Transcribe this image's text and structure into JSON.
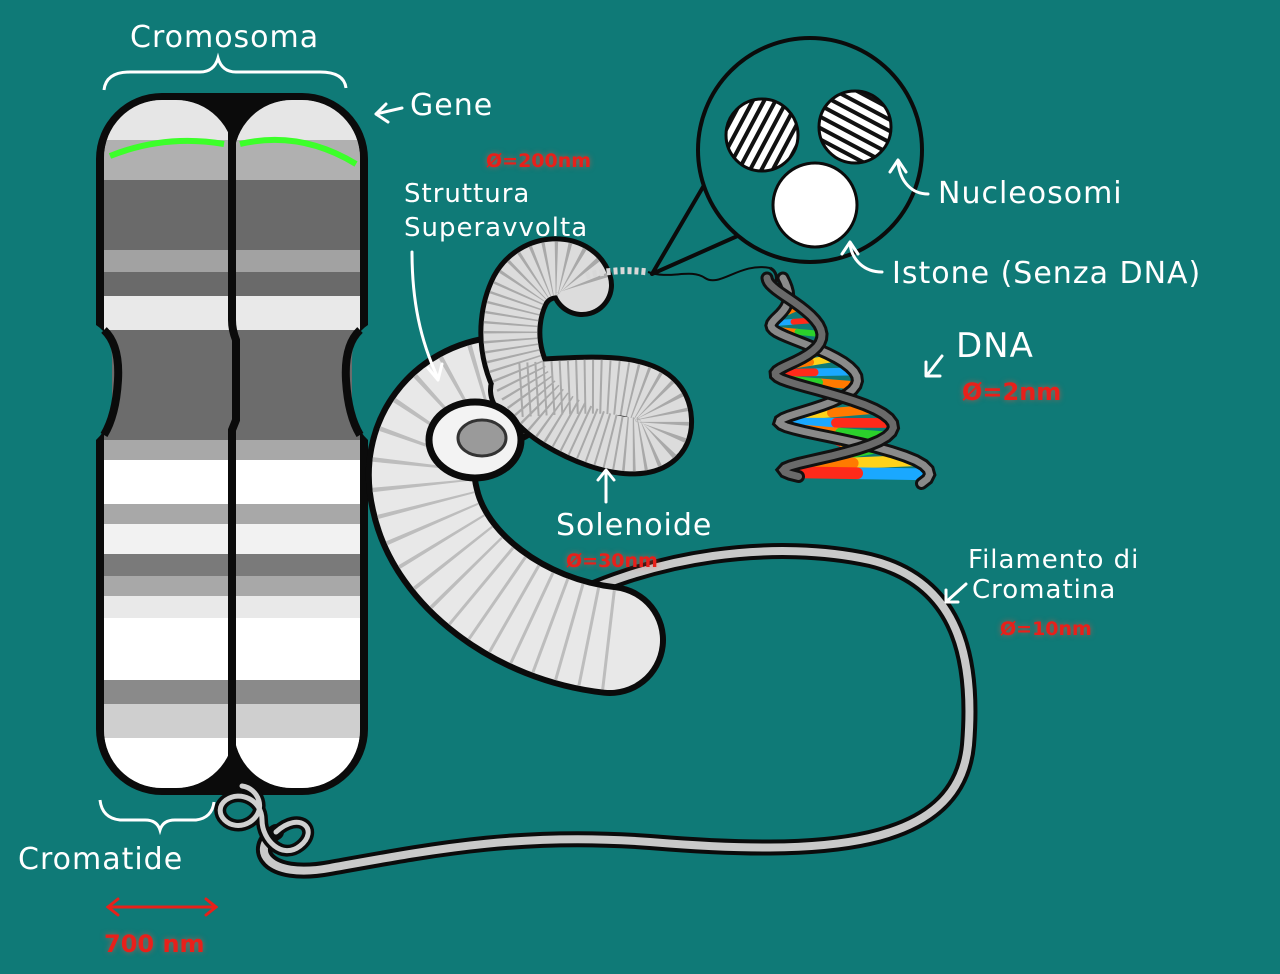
{
  "labels": {
    "cromosoma": "Cromosoma",
    "gene": "Gene",
    "cromatide": "Cromatide",
    "struttura_line1": "Struttura",
    "struttura_line2": "Superavvolta",
    "solenoide": "Solenoide",
    "filamento_line1": "Filamento di",
    "filamento_line2": "Cromatina",
    "nucleosomi": "Nucleosomi",
    "istone": "Istone (Senza DNA)",
    "dna": "DNA"
  },
  "measurements": {
    "struttura": "Ø=200nm",
    "solenoide": "Ø=30nm",
    "filamento": "Ø=10nm",
    "dna": "Ø=2nm",
    "cromatide": "700 nm"
  },
  "colors": {
    "background": "#0f7a77",
    "gene_band": "#3cff2a",
    "measurement": "#e8201a",
    "outline": "#111111",
    "dna_bases": [
      "#ff2a1a",
      "#2bd12b",
      "#ffd21a",
      "#1aa8ff",
      "#ff7a00"
    ]
  }
}
